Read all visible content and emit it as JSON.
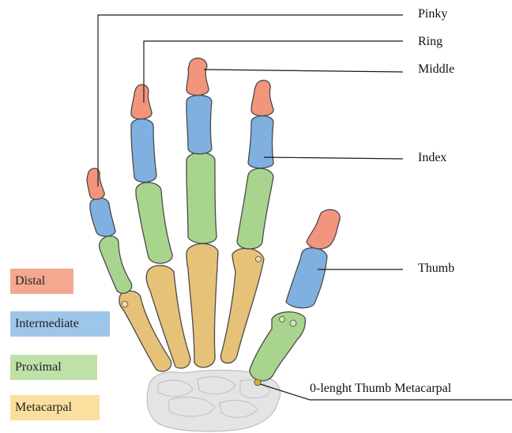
{
  "labels": {
    "pinky": "Pinky",
    "ring": "Ring",
    "middle": "Middle",
    "index": "Index",
    "thumb": "Thumb",
    "thumb_metacarpal": "0-lenght Thumb Metacarpal"
  },
  "legend": [
    {
      "label": "Distal",
      "color": "#f4a88f"
    },
    {
      "label": "Intermediate",
      "color": "#9ec6e8"
    },
    {
      "label": "Proximal",
      "color": "#bfe0a8"
    },
    {
      "label": "Metacarpal",
      "color": "#fbdf9f"
    }
  ],
  "colors": {
    "distal": "#f2957c",
    "intermediate": "#7fb0df",
    "proximal": "#a9d48d",
    "metacarpal": "#e6c279",
    "carpal": "#e4e4e4",
    "node": "#d4b23a"
  }
}
